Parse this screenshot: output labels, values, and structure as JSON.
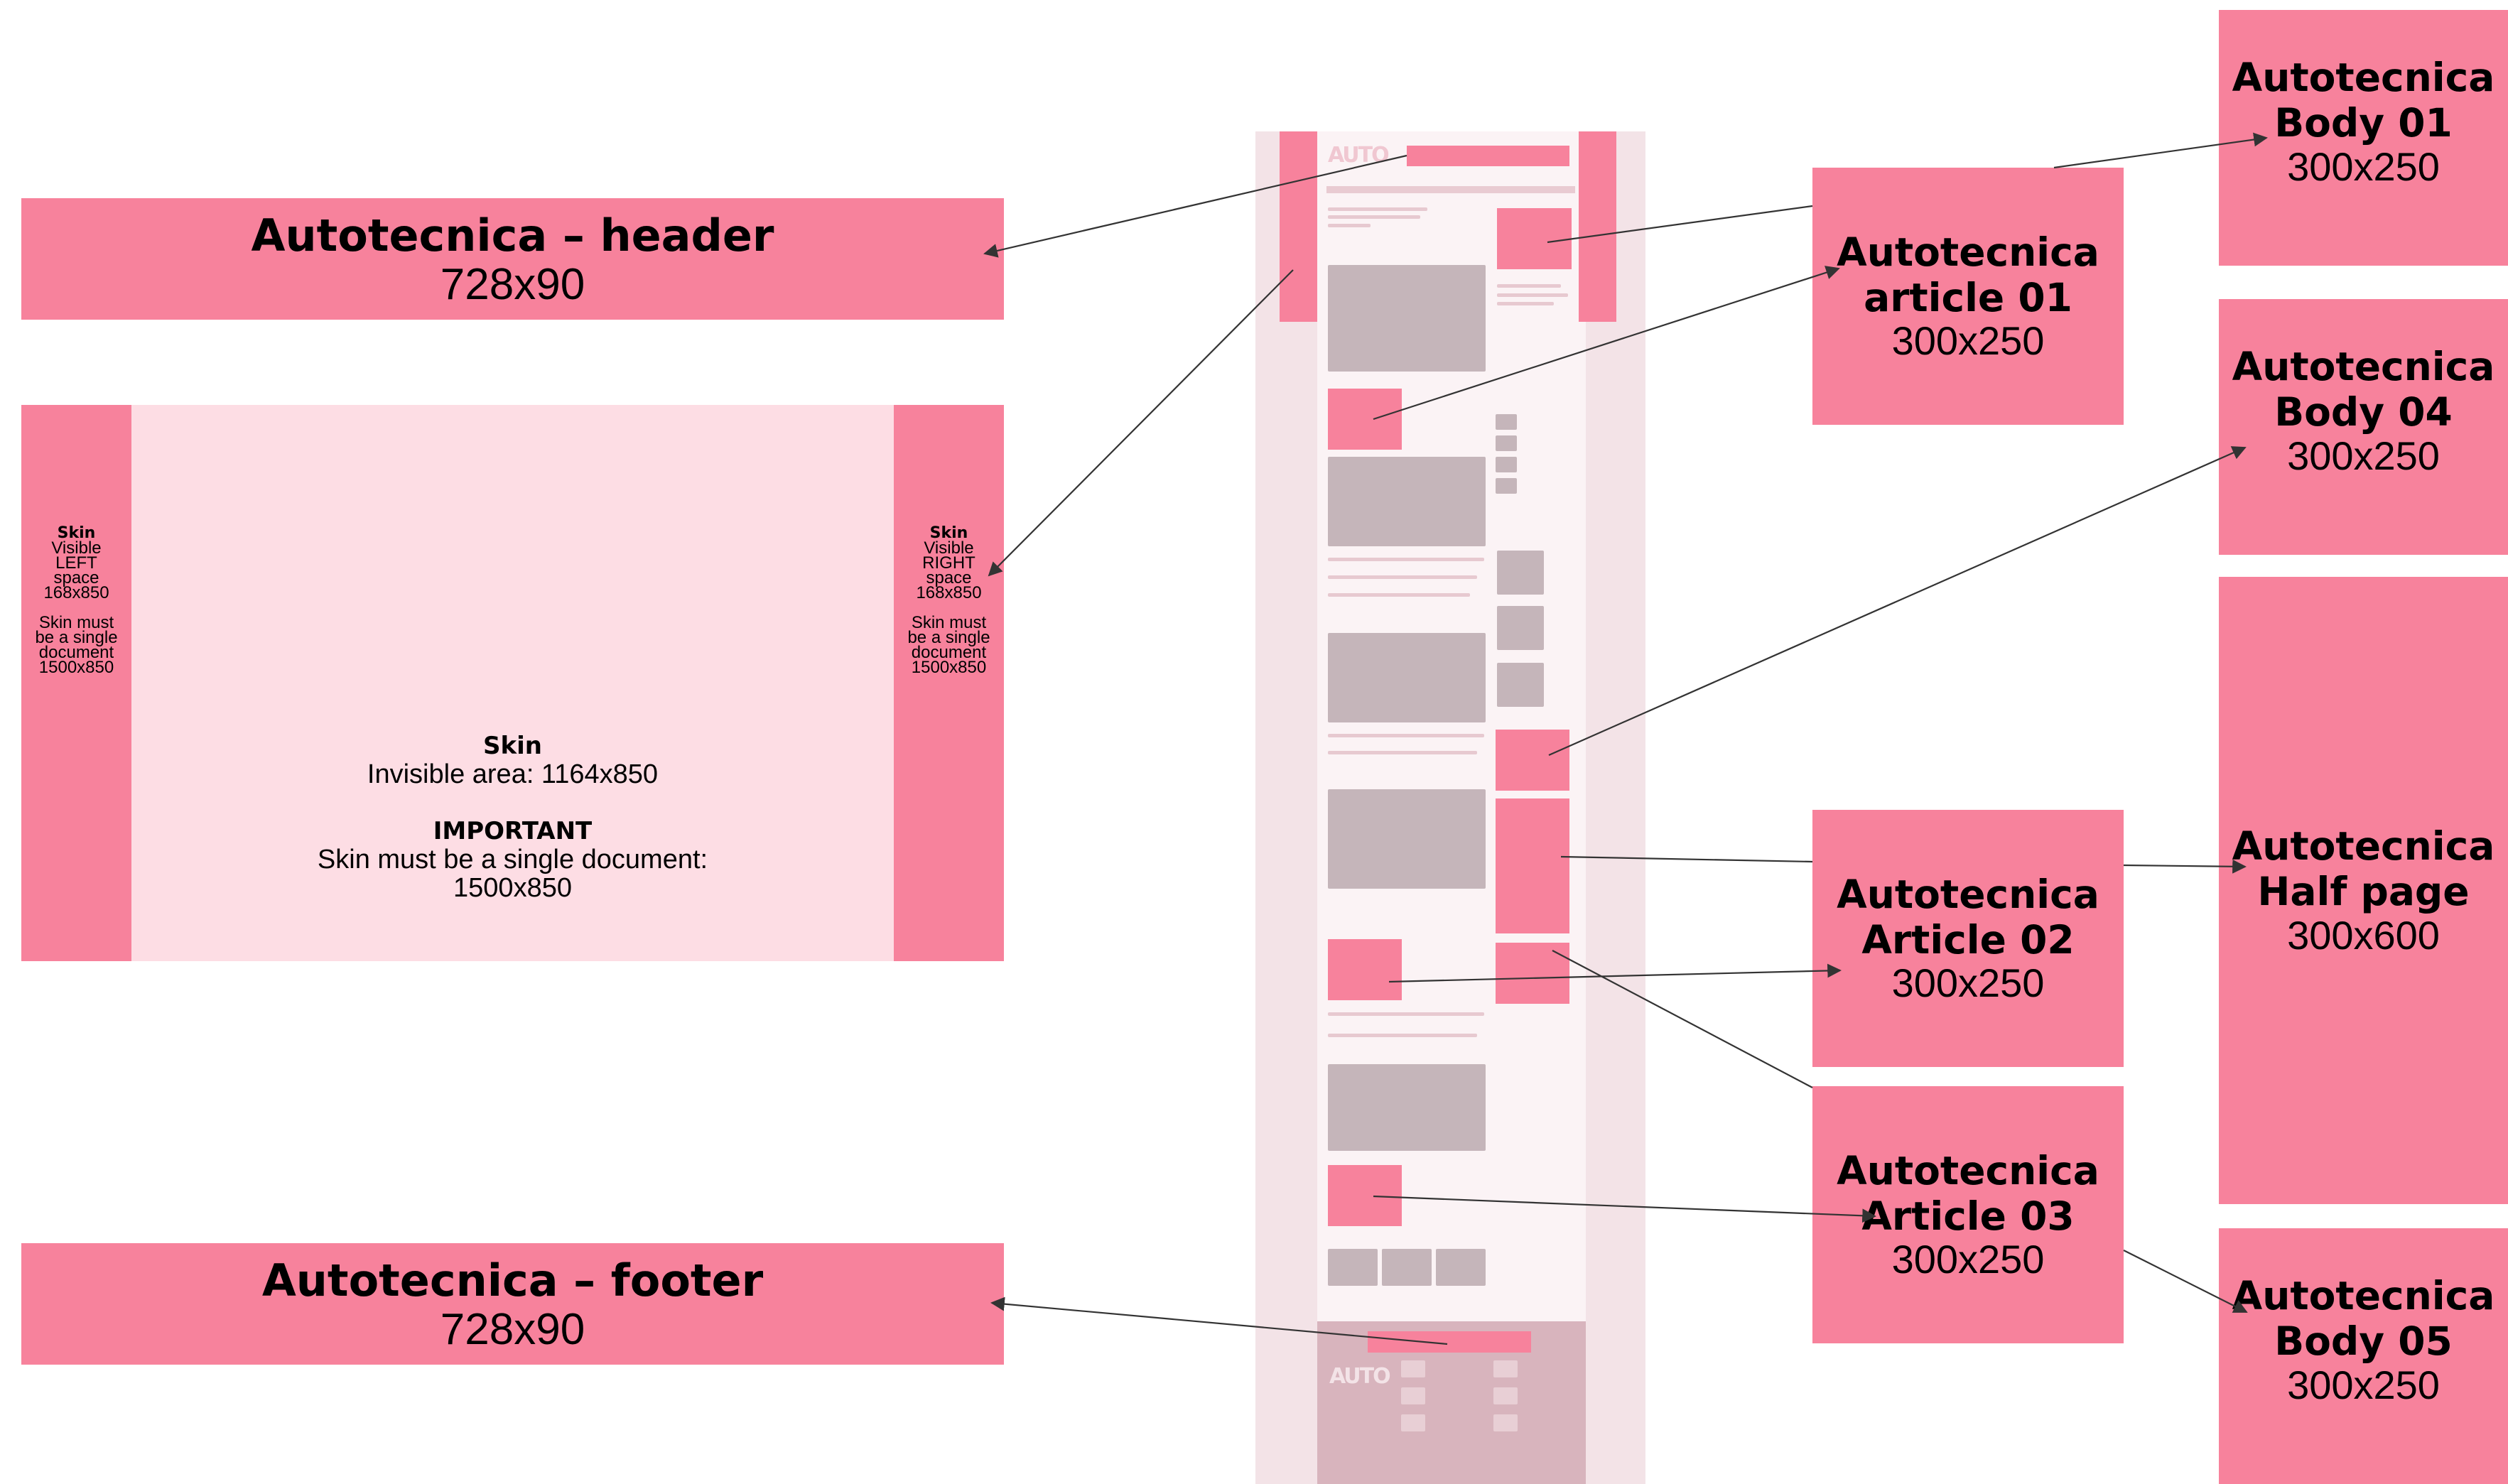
{
  "header_box": {
    "title": "Autotecnica – header",
    "size": "728x90"
  },
  "footer_box": {
    "title": "Autotecnica – footer",
    "size": "728x90"
  },
  "skin": {
    "side_title": "Skin",
    "left": {
      "line1": "Visible",
      "line2": "LEFT",
      "line3": "space",
      "line4": "168x850"
    },
    "right": {
      "line1": "Visible",
      "line2": "RIGHT",
      "line3": "space",
      "line4": "168x850"
    },
    "note": {
      "line1": "Skin must",
      "line2": "be a single",
      "line3": "document",
      "line4": "1500x850"
    },
    "center_title": "Skin",
    "center_text": "Invisible area: 1164x850",
    "important_label": "IMPORTANT",
    "important_text_1": "Skin must be a single document:",
    "important_text_2": "1500x850"
  },
  "article_boxes": [
    {
      "line1": "Autotecnica",
      "line2": "article 01",
      "size": "300x250"
    },
    {
      "line1": "Autotecnica",
      "line2": "Article 02",
      "size": "300x250"
    },
    {
      "line1": "Autotecnica",
      "line2": "Article 03",
      "size": "300x250"
    }
  ],
  "body_boxes": [
    {
      "line1": "Autotecnica",
      "line2": "Body 01",
      "size": "300x250"
    },
    {
      "line1": "Autotecnica",
      "line2": "Body 04",
      "size": "300x250"
    },
    {
      "line1": "Autotecnica",
      "line2": "Half page",
      "size": "300x600"
    },
    {
      "line1": "Autotecnica",
      "line2": "Body 05",
      "size": "300x250"
    }
  ],
  "mockup": {
    "logo": "AUTO"
  },
  "colors": {
    "ad_pink": "#f7829c",
    "skin_light": "#fddde4",
    "mockup_bg": "#f3e3e7",
    "arrow": "#333333"
  }
}
